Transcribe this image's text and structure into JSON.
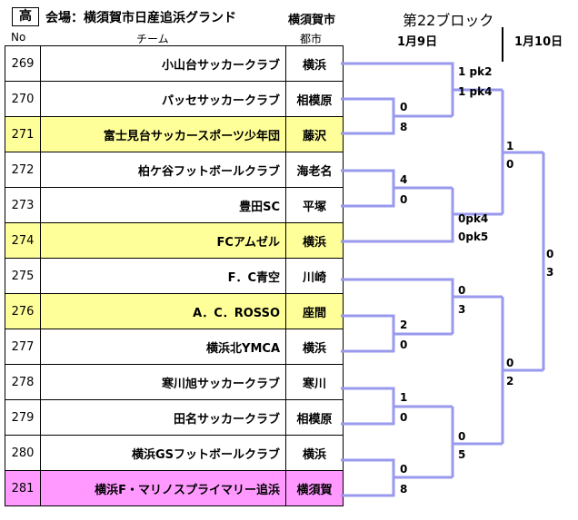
{
  "header": {
    "badge": "高",
    "venue": "会場：横須賀市日産追浜グランド",
    "city": "横須賀市",
    "block": "第22ブロック",
    "date1": "1月9日",
    "date2": "1月10日"
  },
  "columns": {
    "no": "No",
    "team": "チーム",
    "city": "都市"
  },
  "teams": [
    {
      "no": "269",
      "name": "小山台サッカークラブ",
      "city": "横浜"
    },
    {
      "no": "270",
      "name": "パッセサッカークラブ",
      "city": "相模原"
    },
    {
      "no": "271",
      "name": "富士見台サッカースポーツ少年団",
      "city": "藤沢",
      "highlight": "yellow"
    },
    {
      "no": "272",
      "name": "柏ケ谷フットボールクラブ",
      "city": "海老名"
    },
    {
      "no": "273",
      "name": "豊田SC",
      "city": "平塚"
    },
    {
      "no": "274",
      "name": "FCアムゼル",
      "city": "横浜",
      "highlight": "yellow"
    },
    {
      "no": "275",
      "name": "F．C青空",
      "city": "川崎"
    },
    {
      "no": "276",
      "name": "A．C．ROSSO",
      "city": "座間",
      "highlight": "yellow"
    },
    {
      "no": "277",
      "name": "横浜北YMCA",
      "city": "横浜"
    },
    {
      "no": "278",
      "name": "寒川旭サッカークラブ",
      "city": "寒川"
    },
    {
      "no": "279",
      "name": "田名サッカークラブ",
      "city": "相模原"
    },
    {
      "no": "280",
      "name": "横浜GSフットボールクラブ",
      "city": "横浜"
    },
    {
      "no": "281",
      "name": "横浜F・マリノスプライマリー追浜",
      "city": "横須賀",
      "highlight": "pink"
    }
  ],
  "scores": {
    "m270_271_top": "0",
    "m270_271_bot": "8",
    "m272_273_top": "4",
    "m272_273_bot": "0",
    "m276_277_top": "2",
    "m276_277_bot": "0",
    "m278_279_top": "1",
    "m278_279_bot": "0",
    "m280_281_top": "0",
    "m280_281_bot": "8",
    "r2a_top": "1 pk2",
    "r2a_bot": "1 pk4",
    "r2b_top": "0pk4",
    "r2b_bot": "0pk5",
    "r2c_top": "0",
    "r2c_bot": "3",
    "r2d_top": "0",
    "r2d_bot": "5",
    "sf1_top": "1",
    "sf1_bot": "0",
    "sf2_top": "0",
    "sf2_bot": "2",
    "final_top": "0",
    "final_bot": "3"
  },
  "colors": {
    "bracket": "#9999ee",
    "yellow": "#ffff99",
    "pink": "#ff99ff"
  }
}
